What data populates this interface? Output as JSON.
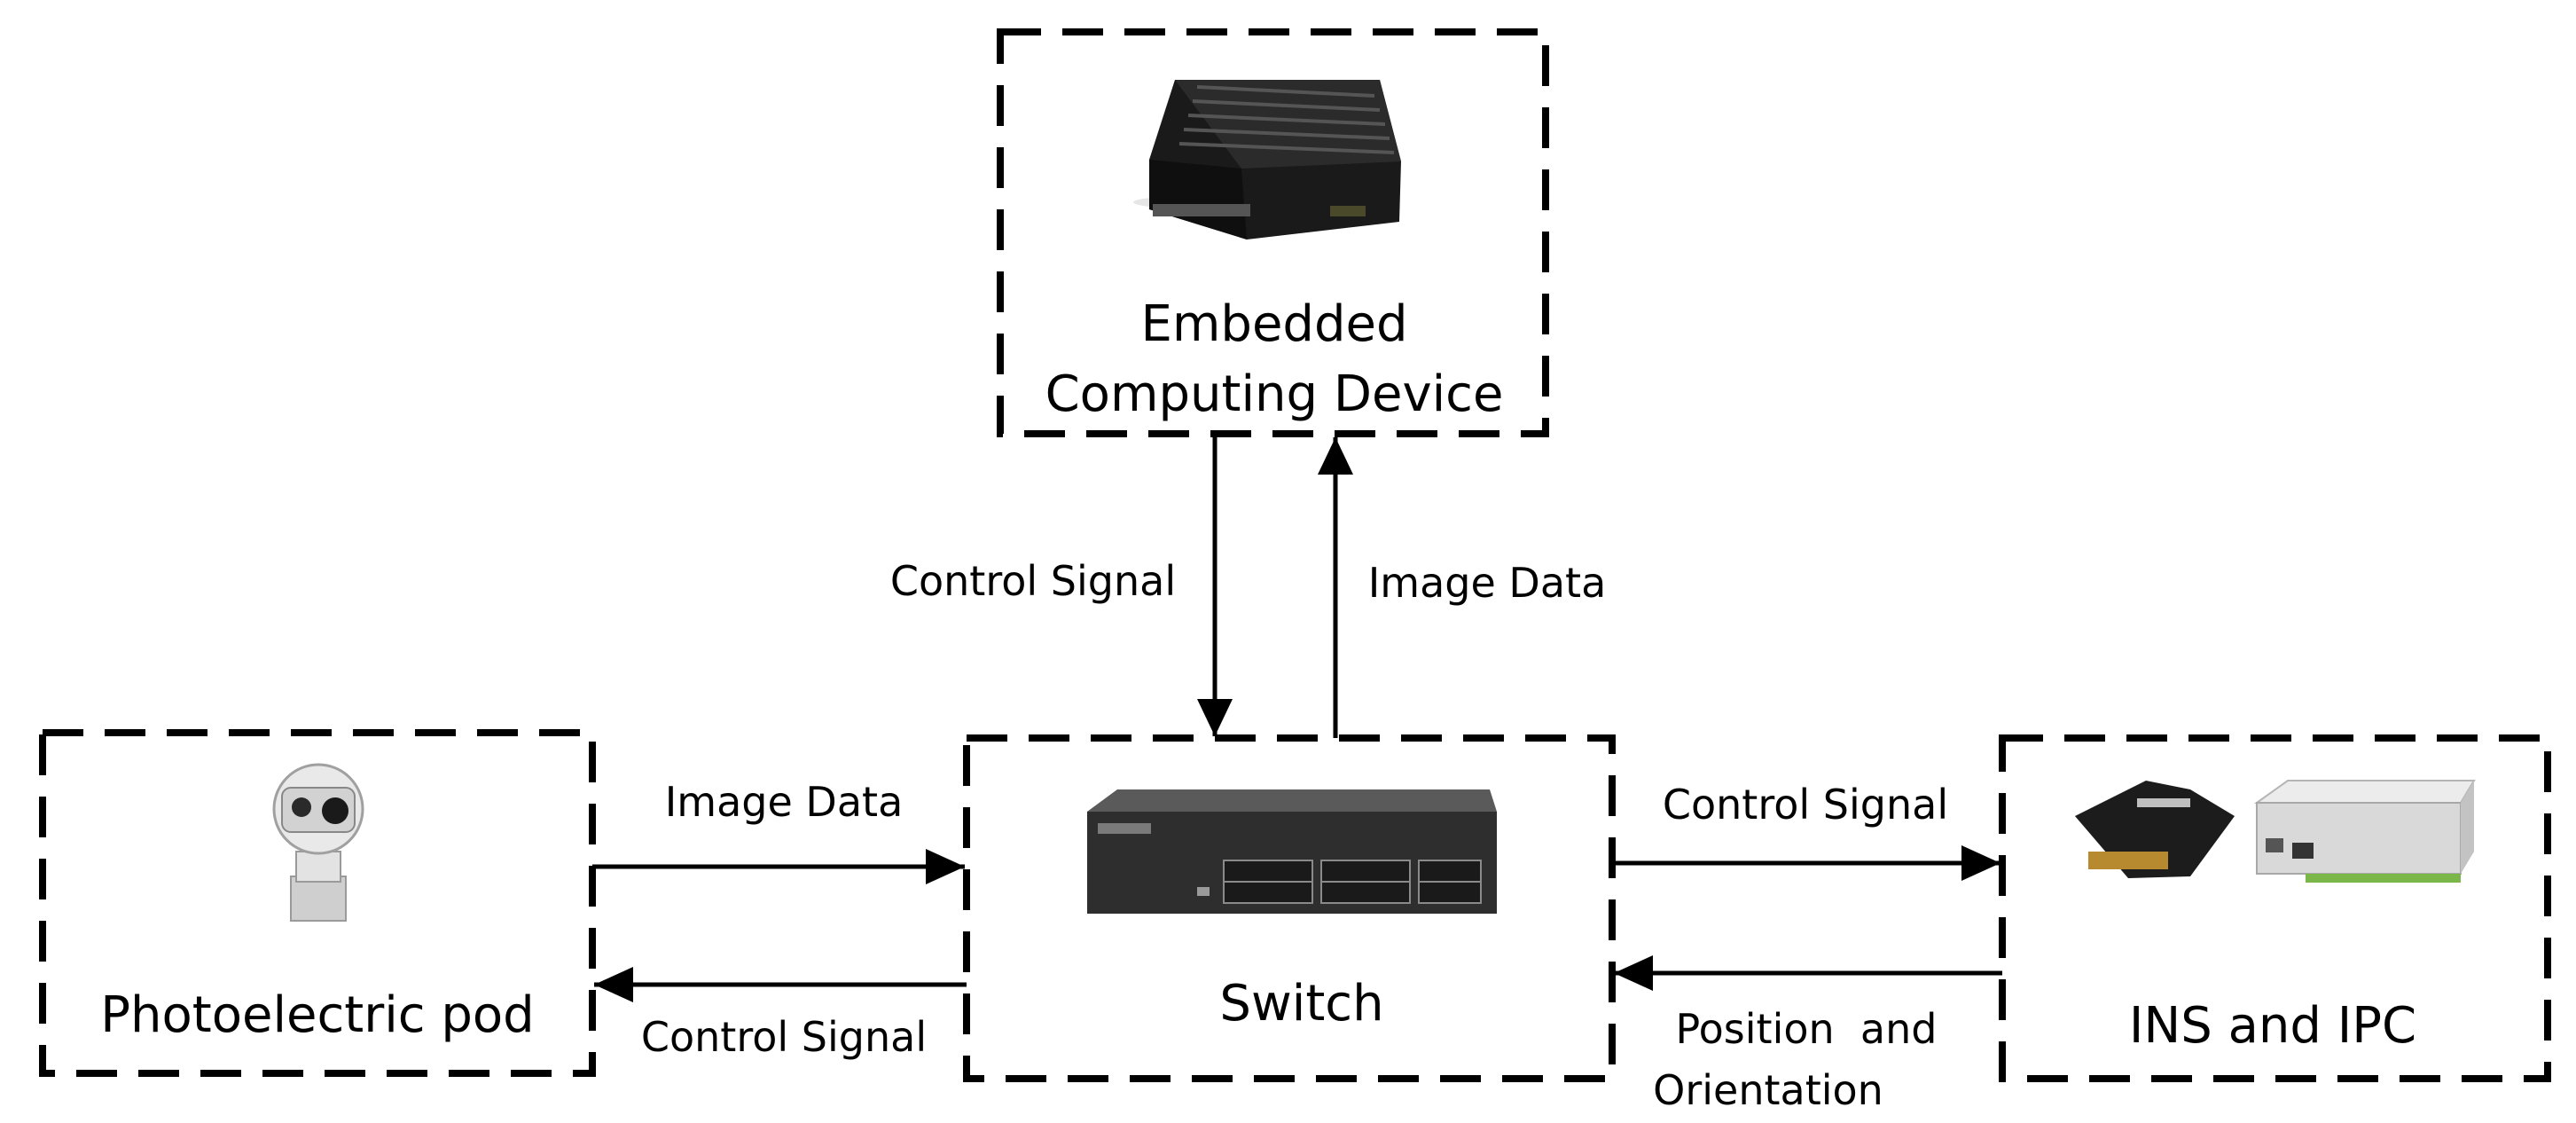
{
  "nodes": {
    "embedded": {
      "label_line1": "Embedded",
      "label_line2": "Computing Device",
      "icon": "embedded-computer-icon"
    },
    "pod": {
      "label": "Photoelectric pod",
      "icon": "camera-pod-icon"
    },
    "switch": {
      "label": "Switch",
      "icon": "network-switch-icon"
    },
    "ins_ipc": {
      "label": "INS and IPC",
      "icon": "ins-and-ipc-icon"
    }
  },
  "edges": {
    "embedded_to_switch": {
      "label": "Control Signal"
    },
    "switch_to_embedded": {
      "label": "Image Data"
    },
    "pod_to_switch": {
      "label": "Image Data"
    },
    "switch_to_pod": {
      "label": "Control Signal"
    },
    "switch_to_ins": {
      "label": "Control Signal"
    },
    "ins_to_switch": {
      "label_line1": "Position  and",
      "label_line2": "Orientation"
    }
  },
  "colors": {
    "stroke": "#000000",
    "background": "#ffffff",
    "device_dark": "#1e1e1e",
    "device_light": "#d9d9d9",
    "accent_green": "#7ab648"
  }
}
